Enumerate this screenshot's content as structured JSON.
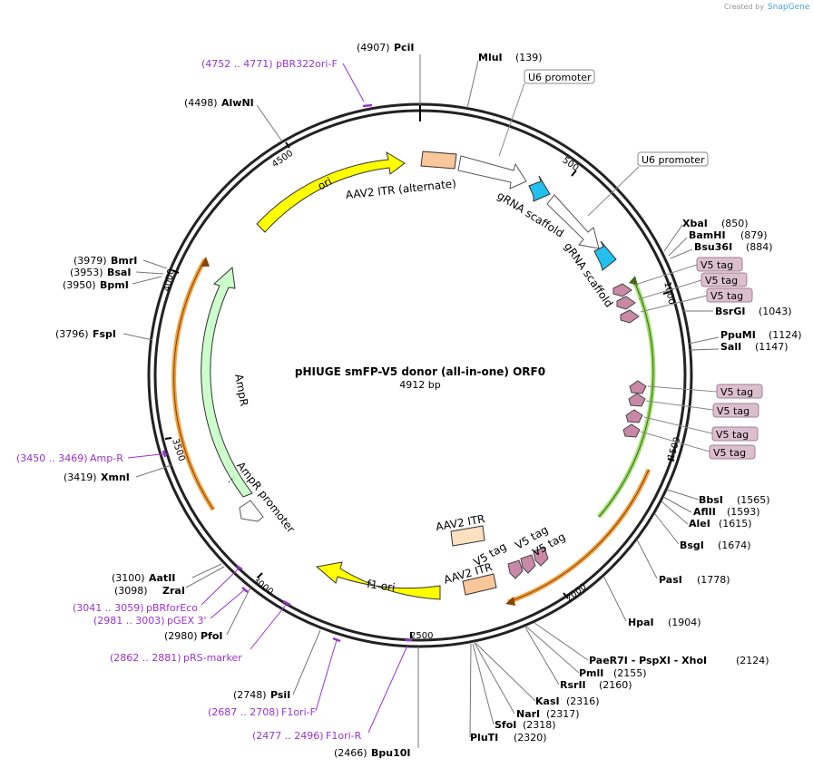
{
  "credit": {
    "prefix": "Created by",
    "brand": "SnapGene"
  },
  "title": "pHIUGE smFP-V5 donor (all-in-one) ORF0",
  "subtitle": "4912 bp",
  "ticks": [
    "500",
    "1000",
    "1500",
    "2000",
    "2500",
    "3000",
    "3500",
    "4000",
    "4500"
  ],
  "features": {
    "ori": "ori",
    "itr_alt": "AAV2 ITR (alternate)",
    "grna1": "gRNA scaffold",
    "grna2": "gRNA scaffold",
    "ampr": "AmpR",
    "ampr_promoter": "AmpR promoter",
    "f1ori": "f1 ori",
    "itr_a": "AAV2 ITR",
    "itr_b": "AAV2 ITR",
    "v5_a": "V5 tag",
    "v5_b": "V5 tag",
    "v5_c": "V5 tag"
  },
  "boxed_labels": {
    "u6_1": "U6 promoter",
    "u6_2": "U6 promoter",
    "v5_1": "V5 tag",
    "v5_2": "V5 tag",
    "v5_3": "V5 tag",
    "v5_4": "V5 tag",
    "v5_5": "V5 tag",
    "v5_6": "V5 tag",
    "v5_7": "V5 tag"
  },
  "enzymes": {
    "pcii": {
      "pos": "(4907)",
      "name": "PciI"
    },
    "mlui": {
      "name": "MluI",
      "pos": "(139)"
    },
    "alwni": {
      "pos": "(4498)",
      "name": "AlwNI"
    },
    "xbai": {
      "name": "XbaI",
      "pos": "(850)"
    },
    "bamhi": {
      "name": "BamHI",
      "pos": "(879)"
    },
    "bsu36i": {
      "name": "Bsu36I",
      "pos": "(884)"
    },
    "bsrgi": {
      "name": "BsrGI",
      "pos": "(1043)"
    },
    "ppumi": {
      "name": "PpuMI",
      "pos": "(1124)"
    },
    "sali": {
      "name": "SalI",
      "pos": "(1147)"
    },
    "bbsi": {
      "name": "BbsI",
      "pos": "(1565)"
    },
    "aflii": {
      "name": "AflII",
      "pos": "(1593)"
    },
    "alei": {
      "name": "AleI",
      "pos": "(1615)"
    },
    "bsgi": {
      "name": "BsgI",
      "pos": "(1674)"
    },
    "pasi": {
      "name": "PasI",
      "pos": "(1778)"
    },
    "hpai": {
      "name": "HpaI",
      "pos": "(1904)"
    },
    "paer7i": {
      "name": "PaeR7I  - PspXI  - XhoI",
      "pos": "(2124)"
    },
    "pmli": {
      "name": "PmlI",
      "pos": "(2155)"
    },
    "rsrii": {
      "name": "RsrII",
      "pos": "(2160)"
    },
    "kasi": {
      "name": "KasI",
      "pos": "(2316)"
    },
    "nari": {
      "name": "NarI",
      "pos": "(2317)"
    },
    "sfoi": {
      "name": "SfoI",
      "pos": "(2318)"
    },
    "pluti": {
      "name": "PluTI",
      "pos": "(2320)"
    },
    "bpu10i": {
      "pos": "(2466)",
      "name": "Bpu10I"
    },
    "psii": {
      "pos": "(2748)",
      "name": "PsiI"
    },
    "pfoi": {
      "pos": "(2980)",
      "name": "PfoI"
    },
    "zrai": {
      "pos": "(3098)",
      "name": "ZraI"
    },
    "aatii": {
      "pos": "(3100)",
      "name": "AatII"
    },
    "xmni": {
      "pos": "(3419)",
      "name": "XmnI"
    },
    "fspi": {
      "pos": "(3796)",
      "name": "FspI"
    },
    "bpmi": {
      "pos": "(3950)",
      "name": "BpmI"
    },
    "bsai": {
      "pos": "(3953)",
      "name": "BsaI"
    },
    "bmri": {
      "pos": "(3979)",
      "name": "BmrI"
    }
  },
  "primers": {
    "pbr322ori": {
      "pos": "(4752 .. 4771)",
      "name": "pBR322ori-F"
    },
    "ampr": {
      "pos": "(3450 .. 3469)",
      "name": "Amp-R"
    },
    "pbrforeco": {
      "pos": "(3041 .. 3059)",
      "name": "pBRforEco"
    },
    "pgex3": {
      "pos": "(2981 .. 3003)",
      "name": "pGEX 3'"
    },
    "prsmarker": {
      "pos": "(2862 .. 2881)",
      "name": "pRS-marker"
    },
    "f1orif": {
      "pos": "(2687 .. 2708)",
      "name": "F1ori-F"
    },
    "f1orir": {
      "pos": "(2477 .. 2496)",
      "name": "F1ori-R"
    }
  },
  "colors": {
    "backbone": "#222222",
    "ori": "#ffff00",
    "itr_alt": "#f9c79a",
    "itr": "#fde0c0",
    "grna": "#ffffff",
    "u6_arrow": "#22c0ee",
    "v5": "#c989a6",
    "ampr": "#ccffcc",
    "f1ori": "#ffff00",
    "orange_arc": "#f0a040",
    "green_arc": "#99dd66",
    "primer": "#9933cc",
    "boxed_v5_fill": "#dcbfcf"
  }
}
